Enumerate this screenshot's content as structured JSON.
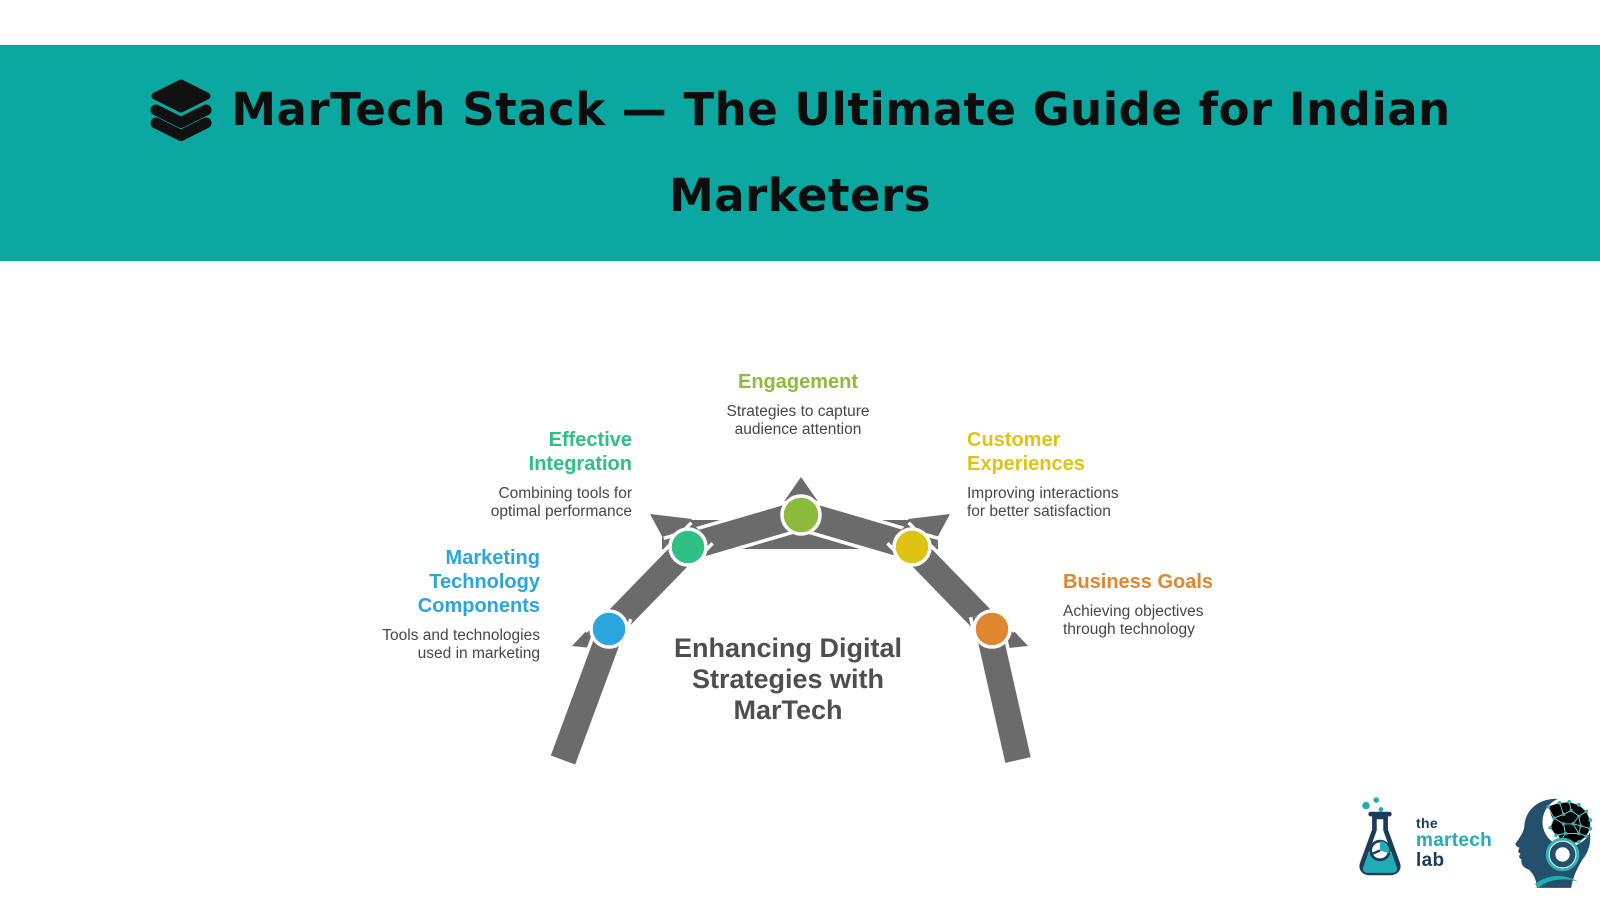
{
  "header": {
    "band_color": "#0aa8a1",
    "icon": "layers-stack-icon",
    "title_line1": "MarTech Stack — The Ultimate Guide for Indian",
    "title_line2": "Marketers",
    "title_color": "#0d0d0d"
  },
  "diagram": {
    "arch_color": "#6b6b6b",
    "center_text_lines": [
      "Enhancing Digital",
      "Strategies with",
      "MarTech"
    ],
    "center_text_color": "#4e4e4e",
    "nodes": [
      {
        "id": "marketing-technology-components",
        "color": "#2aa5de",
        "title_lines": [
          "Marketing",
          "Technology",
          "Components"
        ],
        "desc_lines": [
          "Tools and technologies",
          "used in marketing"
        ]
      },
      {
        "id": "effective-integration",
        "color": "#30bf85",
        "title_lines": [
          "Effective",
          "Integration"
        ],
        "desc_lines": [
          "Combining tools for",
          "optimal performance"
        ]
      },
      {
        "id": "engagement",
        "color": "#8cbb3b",
        "title_lines": [
          "Engagement"
        ],
        "desc_lines": [
          "Strategies to capture",
          "audience attention"
        ]
      },
      {
        "id": "customer-experiences",
        "color": "#ddc414",
        "title_lines": [
          "Customer",
          "Experiences"
        ],
        "desc_lines": [
          "Improving interactions",
          "for better satisfaction"
        ]
      },
      {
        "id": "business-goals",
        "color": "#e0862e",
        "title_lines": [
          "Business Goals"
        ],
        "desc_lines": [
          "Achieving objectives",
          "through technology"
        ]
      }
    ]
  },
  "footer": {
    "brand": {
      "flask_icon": "flask-icon",
      "head_icon": "head-network-icon",
      "line1": "the",
      "line2": "martech",
      "line3": "lab",
      "navy": "#1c3c5e",
      "teal": "#1eaeb4"
    }
  }
}
